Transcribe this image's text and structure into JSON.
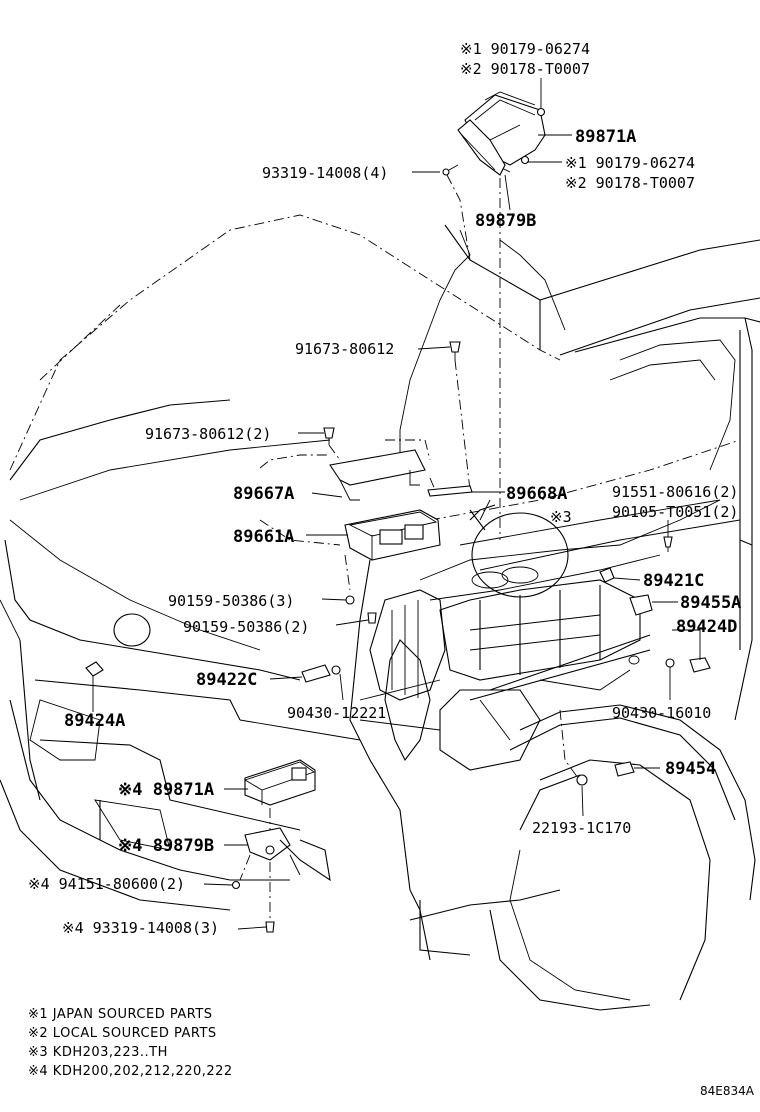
{
  "labels": {
    "l1a": "※1 90179-06274",
    "l1b": "※2 90178-T0007",
    "l2": "89871A",
    "l3": "93319-14008(4)",
    "l4a": "※1 90179-06274",
    "l4b": "※2 90178-T0007",
    "l5": "89879B",
    "l6": "91673-80612",
    "l7": "91673-80612(2)",
    "l8": "89667A",
    "l9": "89668A",
    "l10a": "91551-80616(2)",
    "l10b": "90105-T0051(2)",
    "l11": "※3",
    "l12": "89661A",
    "l13": "89421C",
    "l14": "90159-50386(3)",
    "l15": "89455A",
    "l16": "90159-50386(2)",
    "l17": "89424D",
    "l18": "89422C",
    "l19": "90430-12221",
    "l20": "90430-16010",
    "l21": "89424A",
    "l22": "89454",
    "l23": "※4 89871A",
    "l24": "22193-1C170",
    "l25": "※4 89879B",
    "l26": "※4 94151-80600(2)",
    "l27": "※4 93319-14008(3)"
  },
  "notes": [
    "※1 JAPAN SOURCED PARTS",
    "※2 LOCAL SOURCED PARTS",
    "※3 KDH203,223..TH",
    "※4 KDH200,202,212,220,222"
  ],
  "diagram_code": "84E834A"
}
